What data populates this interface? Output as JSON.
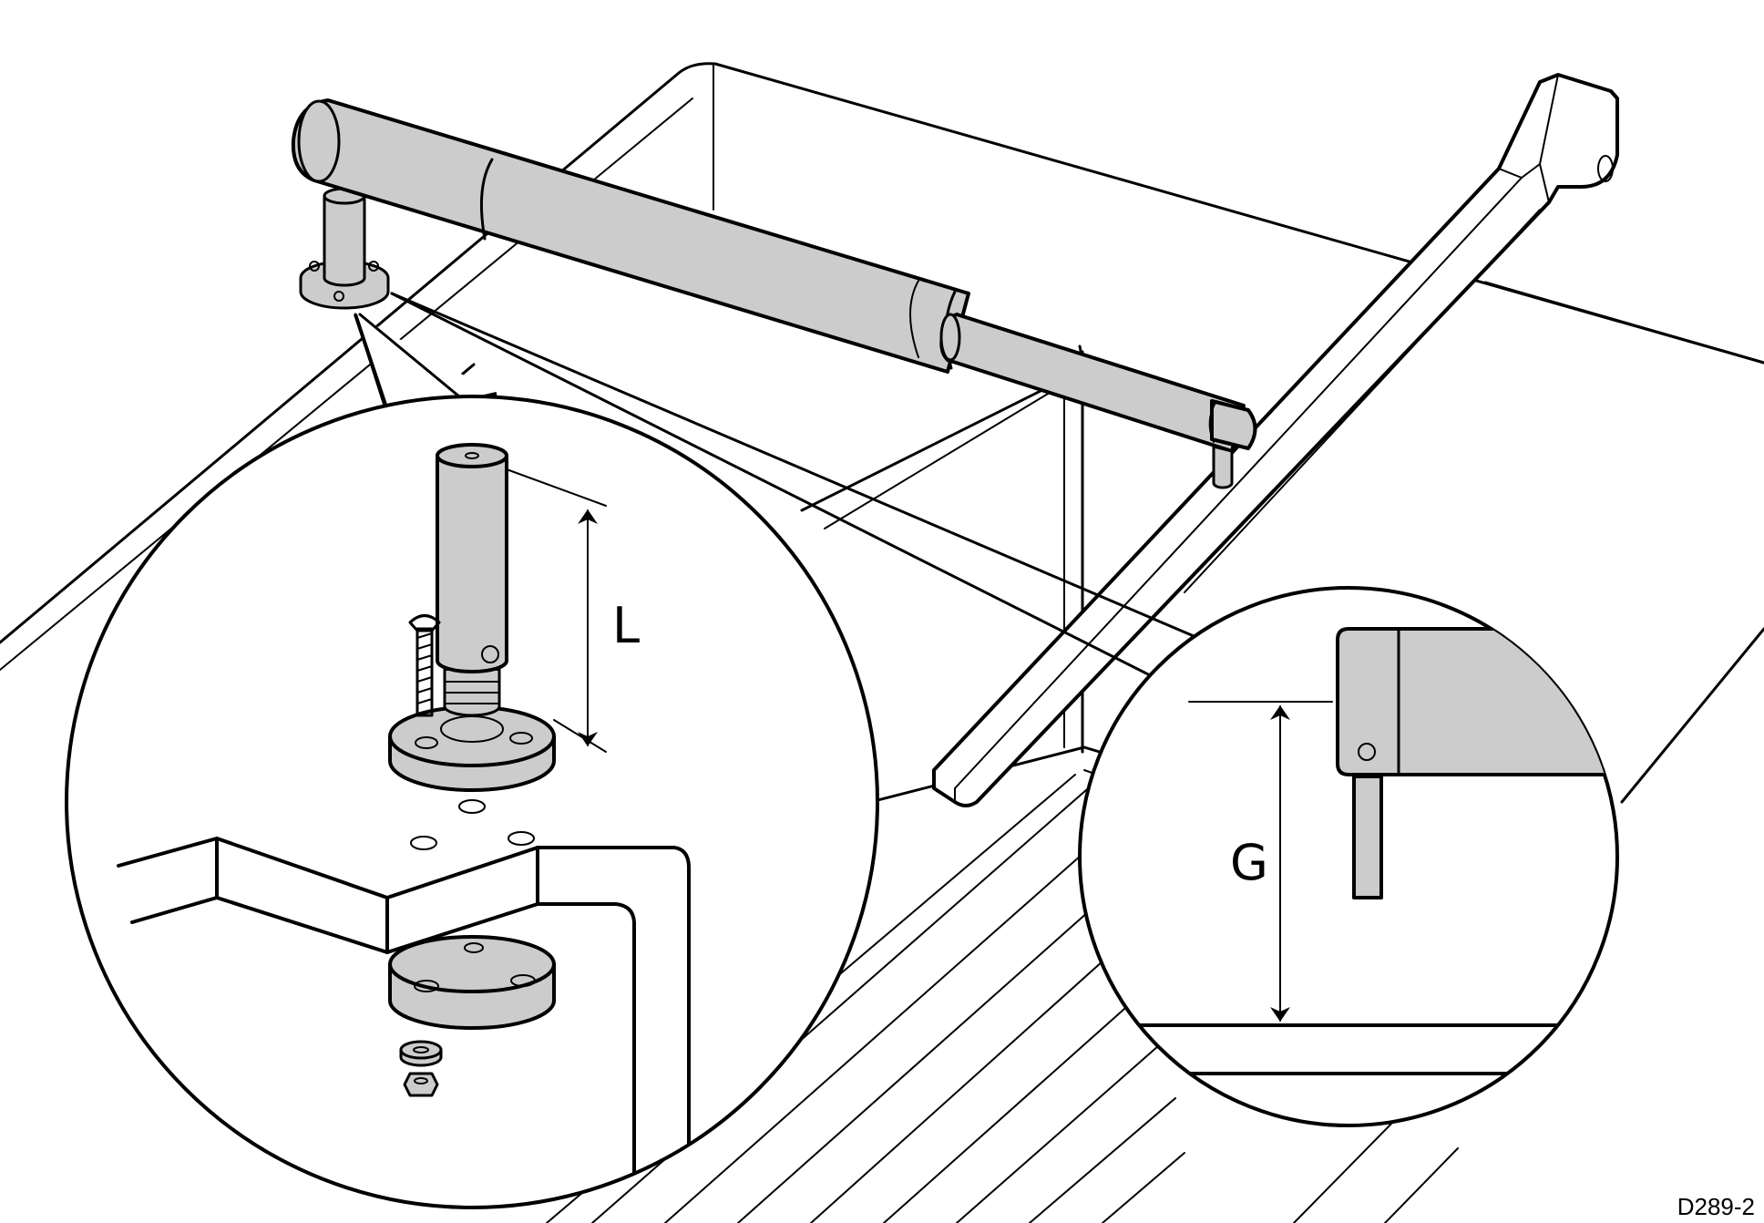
{
  "labels": {
    "length": "L",
    "gap": "G",
    "figure_code": "D289-2"
  },
  "colors": {
    "part_fill": "#cccccc",
    "line": "#000000",
    "background": "#ffffff"
  },
  "icons": {
    "dimension_arrows": "double-headed-arrow-icon",
    "fasteners": "screw-washer-nut-icon"
  }
}
